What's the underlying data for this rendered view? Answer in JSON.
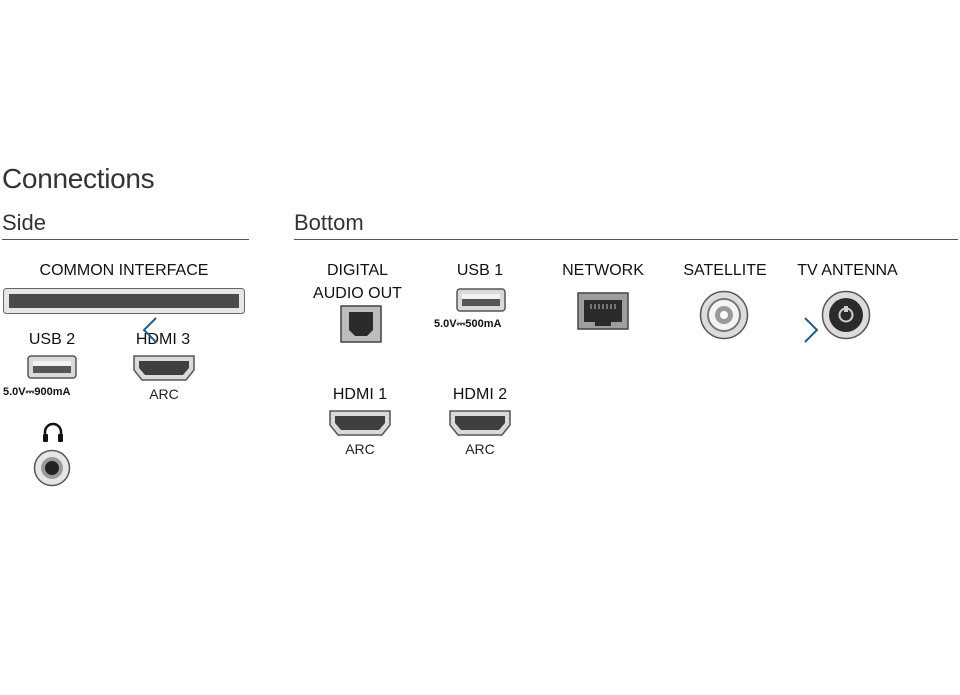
{
  "title": "Connections",
  "sections": {
    "side": "Side",
    "bottom": "Bottom"
  },
  "ports": {
    "common_interface": {
      "label": "COMMON INTERFACE"
    },
    "usb2": {
      "label": "USB 2",
      "spec": "5.0V⎓900mA"
    },
    "hdmi3": {
      "label": "HDMI 3",
      "sub": "ARC"
    },
    "digital_audio": {
      "label_line1": "DIGITAL",
      "label_line2": "AUDIO OUT"
    },
    "usb1": {
      "label": "USB 1",
      "spec": "5.0V⎓500mA"
    },
    "network": {
      "label": "NETWORK"
    },
    "satellite": {
      "label": "SATELLITE"
    },
    "tv_antenna": {
      "label": "TV ANTENNA"
    },
    "hdmi1": {
      "label": "HDMI 1",
      "sub": "ARC"
    },
    "hdmi2": {
      "label": "HDMI 2",
      "sub": "ARC"
    }
  },
  "nav": {
    "prev_icon": "chevron-left-icon",
    "next_icon": "chevron-right-icon",
    "color": "#1f5f8b"
  },
  "icons": {
    "headphone": "headphone-icon"
  }
}
